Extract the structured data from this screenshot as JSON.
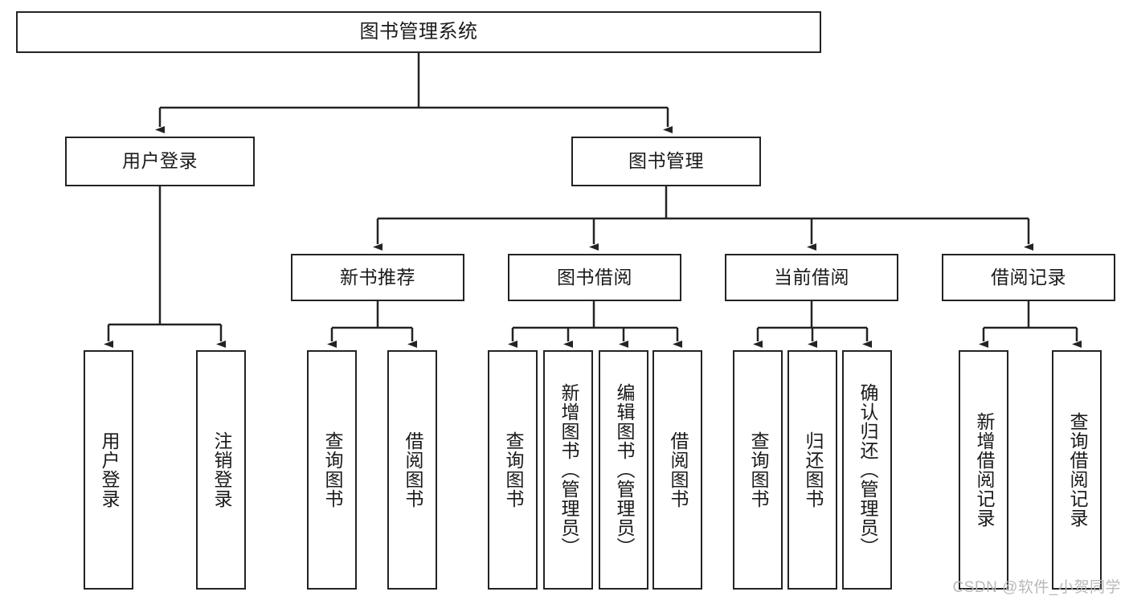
{
  "diagram": {
    "title": "图书管理系统",
    "type": "hierarchy-tree",
    "root": {
      "label": "图书管理系统",
      "children": [
        {
          "label": "用户登录",
          "children": [
            {
              "label": "用户登录"
            },
            {
              "label": "注销登录"
            }
          ]
        },
        {
          "label": "图书管理",
          "children": [
            {
              "label": "新书推荐",
              "children": [
                {
                  "label": "查询图书"
                },
                {
                  "label": "借阅图书"
                }
              ]
            },
            {
              "label": "图书借阅",
              "children": [
                {
                  "label": "查询图书"
                },
                {
                  "label": "新增图书（管理员）"
                },
                {
                  "label": "编辑图书（管理员）"
                },
                {
                  "label": "借阅图书"
                }
              ]
            },
            {
              "label": "当前借阅",
              "children": [
                {
                  "label": "查询图书"
                },
                {
                  "label": "归还图书"
                },
                {
                  "label": "确认归还（管理员）"
                }
              ]
            },
            {
              "label": "借阅记录",
              "children": [
                {
                  "label": "新增借阅记录"
                },
                {
                  "label": "查询借阅记录"
                }
              ]
            }
          ]
        }
      ]
    }
  },
  "nodes": {
    "root": "图书管理系统",
    "user_login": "用户登录",
    "book_manage": "图书管理",
    "new_book_rec": "新书推荐",
    "book_borrow": "图书借阅",
    "current_borrow": "当前借阅",
    "borrow_record": "借阅记录",
    "leaf_user_login": "用户登录",
    "leaf_logout": "注销登录",
    "leaf_query_book_1": "查询图书",
    "leaf_borrow_book_1": "借阅图书",
    "leaf_query_book_2": "查询图书",
    "leaf_add_book": "新增图书（管理员）",
    "leaf_edit_book": "编辑图书（管理员）",
    "leaf_borrow_book_2": "借阅图书",
    "leaf_query_book_3": "查询图书",
    "leaf_return_book": "归还图书",
    "leaf_confirm_return": "确认归还（管理员）",
    "leaf_add_record": "新增借阅记录",
    "leaf_query_record": "查询借阅记录"
  },
  "watermark": "CSDN @软件_小贺同学",
  "colors": {
    "stroke": "#232323",
    "text": "#1a1a1a",
    "background": "#ffffff",
    "watermark": "#b9b9b9"
  }
}
